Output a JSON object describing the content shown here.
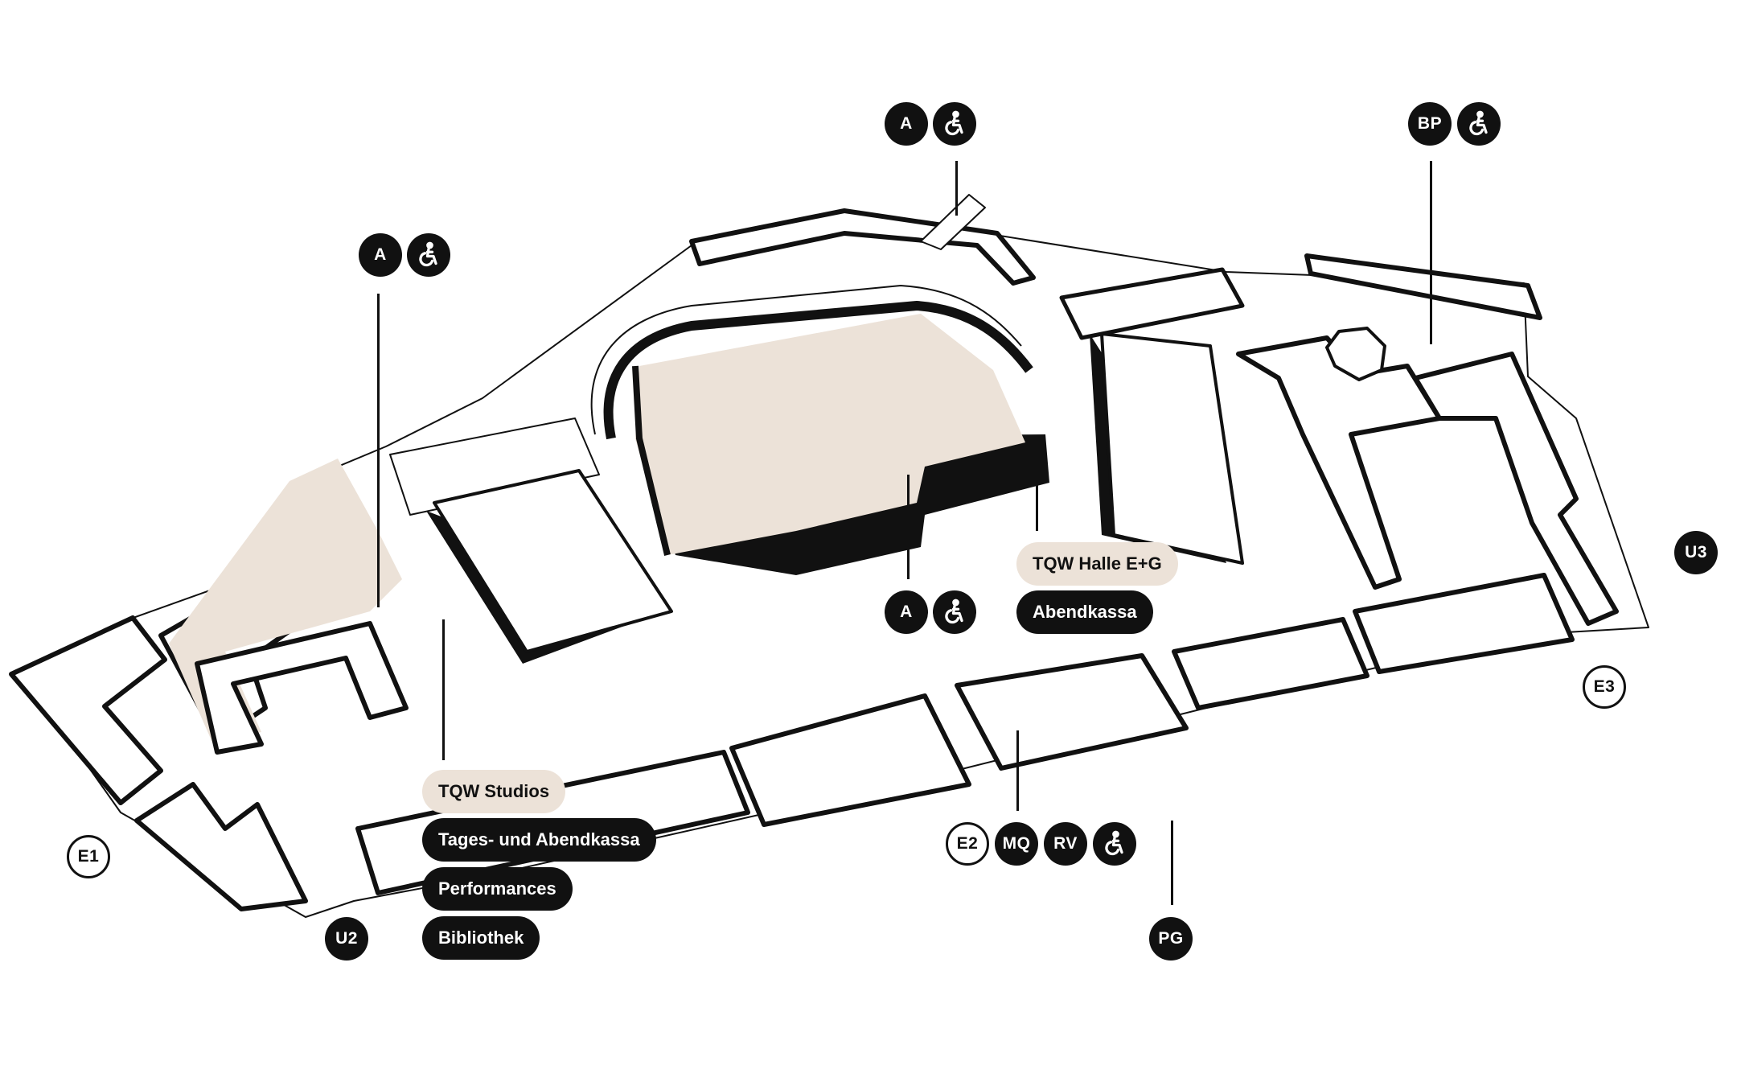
{
  "map": {
    "colors": {
      "venue_highlight": "#ece2d8",
      "building_fill": "#ffffff",
      "outline": "#111111",
      "badge_fill": "#111111",
      "badge_text": "#ffffff"
    },
    "markers": {
      "entrance_a_top": "A",
      "entrance_a_left": "A",
      "entrance_a_center": "A",
      "entrance_bp": "BP",
      "entrance_e1": "E1",
      "entrance_e2": "E2",
      "entrance_e3": "E3",
      "transit_u2": "U2",
      "transit_u3": "U3",
      "stop_mq": "MQ",
      "stop_rv": "RV",
      "parking_pg": "PG"
    },
    "accessible_icon": "wheelchair-icon",
    "venues": {
      "studios": {
        "name": "TQW Studios",
        "services": [
          "Tages- und Abendkassa",
          "Performances",
          "Bibliothek"
        ]
      },
      "halle": {
        "name": "TQW Halle E+G",
        "services": [
          "Abendkassa"
        ]
      }
    }
  }
}
